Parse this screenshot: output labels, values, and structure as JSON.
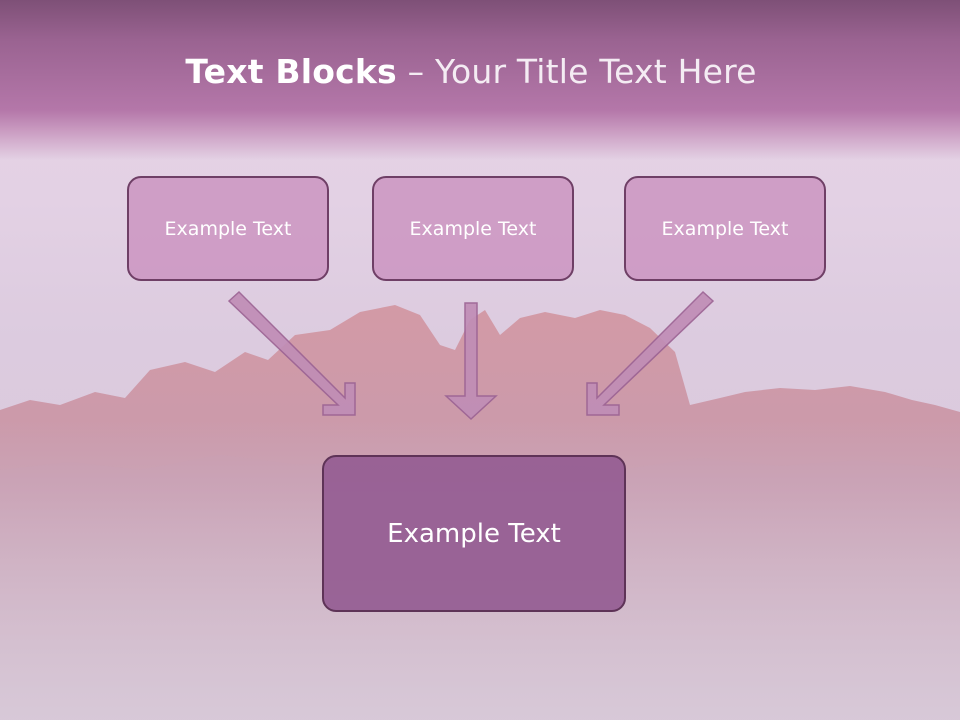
{
  "title": {
    "bold": "Text Blocks",
    "rest": " – Your Title Text Here"
  },
  "boxes": {
    "top_left": "Example Text",
    "top_center": "Example Text",
    "top_right": "Example Text",
    "bottom": "Example Text"
  },
  "colors": {
    "title_band": "#b477a9",
    "box_fill": "#cc96c2",
    "box_border": "#6f3f66",
    "bottom_box_fill": "#965f94",
    "arrow_fill": "#c08db6"
  },
  "icons": {
    "arrows": [
      "down-right-arrow",
      "down-arrow",
      "down-left-arrow"
    ]
  }
}
